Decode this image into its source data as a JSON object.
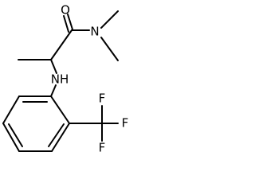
{
  "molecule": {
    "atoms": {
      "oxygen": "O",
      "amide_nitrogen": "N",
      "amine_nitrogen": "NH",
      "fluorine_top": "F",
      "fluorine_right": "F",
      "fluorine_bottom": "F"
    },
    "line_color": "#000000",
    "background": "#ffffff"
  }
}
